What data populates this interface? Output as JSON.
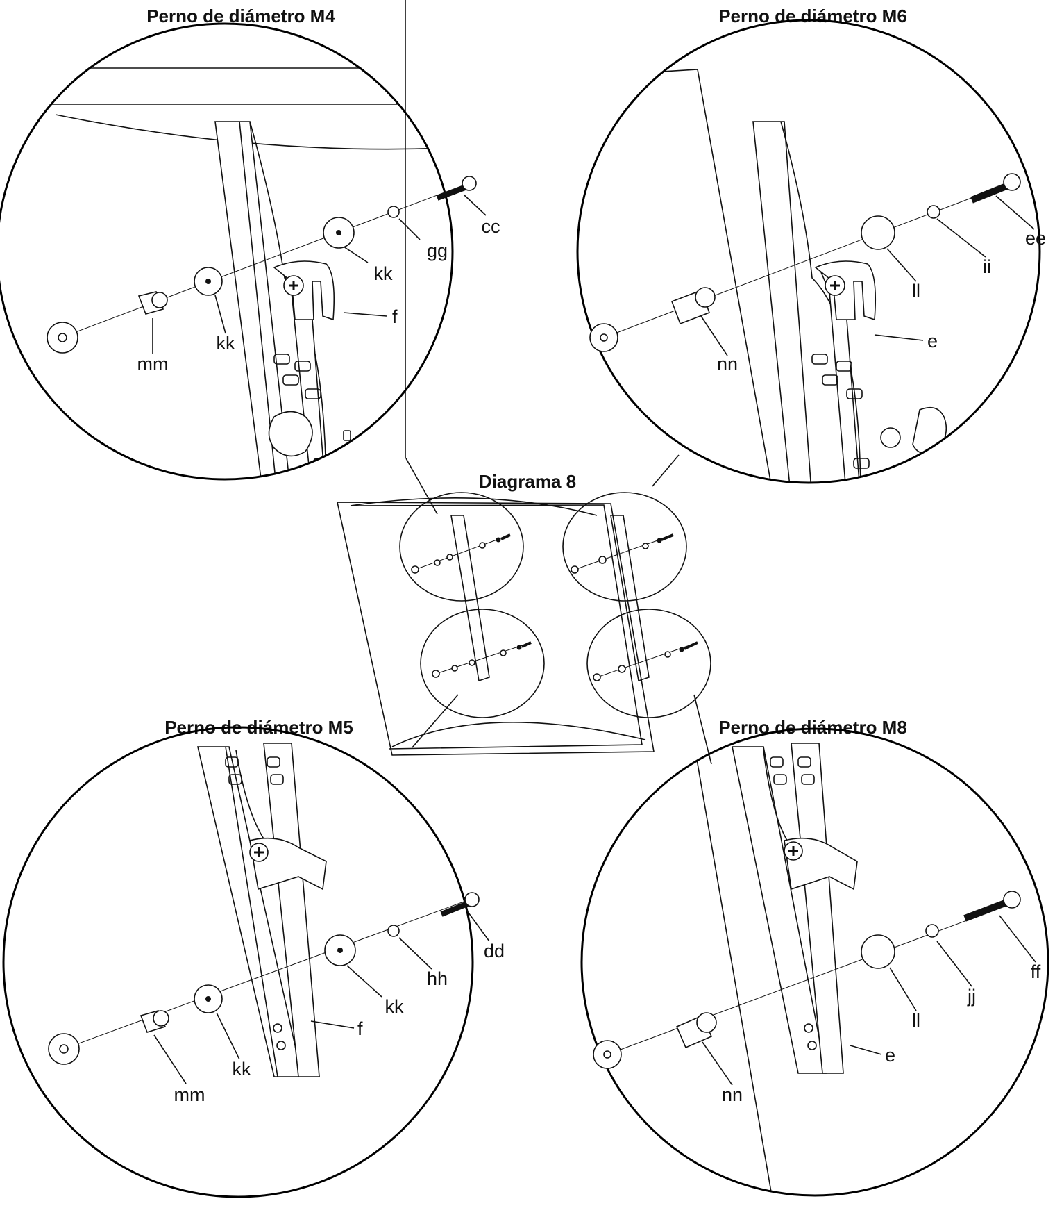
{
  "diagram_title": "Diagrama 8",
  "callouts": [
    {
      "id": "m4",
      "title": "Perno de diámetro M4",
      "labels": {
        "mm": "mm",
        "kk_a": "kk",
        "kk_b": "kk",
        "gg": "gg",
        "cc": "cc",
        "bracket": "f"
      }
    },
    {
      "id": "m6",
      "title": "Perno de diámetro M6",
      "labels": {
        "nn": "nn",
        "ll": "ll",
        "ii": "ii",
        "ee": "ee",
        "bracket": "e"
      }
    },
    {
      "id": "m5",
      "title": "Perno de diámetro M5",
      "labels": {
        "mm": "mm",
        "kk_a": "kk",
        "kk_b": "kk",
        "hh": "hh",
        "dd": "dd",
        "bracket": "f"
      }
    },
    {
      "id": "m8",
      "title": "Perno de diámetro M8",
      "labels": {
        "nn": "nn",
        "ll": "ll",
        "jj": "jj",
        "ff": "ff",
        "bracket": "e"
      }
    }
  ]
}
